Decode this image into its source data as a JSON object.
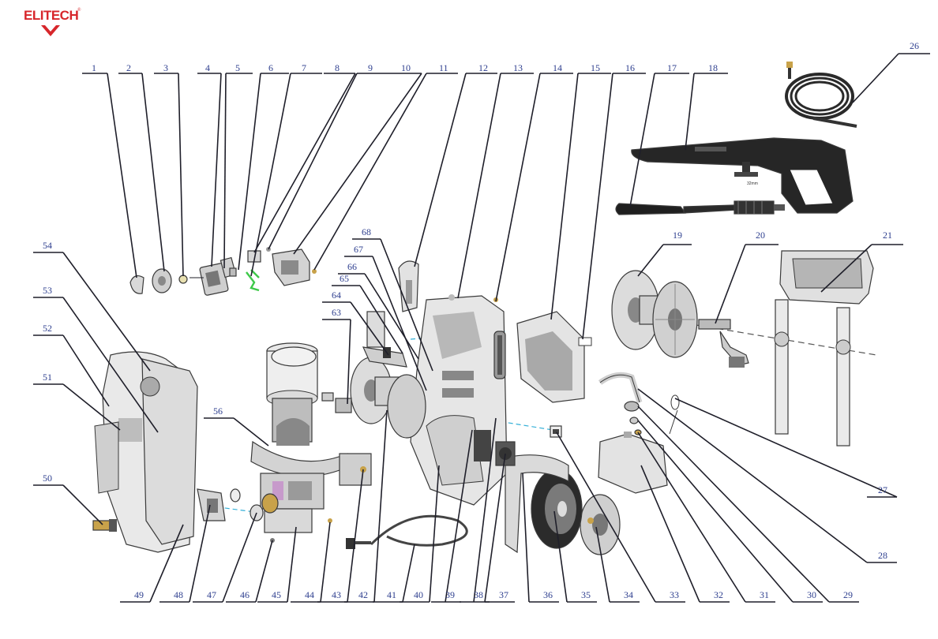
{
  "brand": {
    "logo_text": "ELITECH"
  },
  "callouts": [
    {
      "n": "1"
    },
    {
      "n": "2"
    },
    {
      "n": "3"
    },
    {
      "n": "4"
    },
    {
      "n": "5"
    },
    {
      "n": "6"
    },
    {
      "n": "7"
    },
    {
      "n": "8"
    },
    {
      "n": "9"
    },
    {
      "n": "10"
    },
    {
      "n": "11"
    },
    {
      "n": "12"
    },
    {
      "n": "13"
    },
    {
      "n": "14"
    },
    {
      "n": "15"
    },
    {
      "n": "16"
    },
    {
      "n": "17"
    },
    {
      "n": "18"
    },
    {
      "n": "19"
    },
    {
      "n": "20"
    },
    {
      "n": "21"
    },
    {
      "n": "26"
    },
    {
      "n": "27"
    },
    {
      "n": "28"
    },
    {
      "n": "29"
    },
    {
      "n": "30"
    },
    {
      "n": "31"
    },
    {
      "n": "32"
    },
    {
      "n": "33"
    },
    {
      "n": "34"
    },
    {
      "n": "35"
    },
    {
      "n": "36"
    },
    {
      "n": "37"
    },
    {
      "n": "38"
    },
    {
      "n": "39"
    },
    {
      "n": "40"
    },
    {
      "n": "41"
    },
    {
      "n": "42"
    },
    {
      "n": "43"
    },
    {
      "n": "44"
    },
    {
      "n": "45"
    },
    {
      "n": "46"
    },
    {
      "n": "47"
    },
    {
      "n": "48"
    },
    {
      "n": "49"
    },
    {
      "n": "50"
    },
    {
      "n": "51"
    },
    {
      "n": "52"
    },
    {
      "n": "53"
    },
    {
      "n": "54"
    },
    {
      "n": "56"
    },
    {
      "n": "63"
    },
    {
      "n": "64"
    },
    {
      "n": "65"
    },
    {
      "n": "66"
    },
    {
      "n": "67"
    },
    {
      "n": "68"
    }
  ],
  "colors": {
    "label": "#2e3f8f",
    "leader": "#1f1f2a",
    "brand": "#d7262b",
    "flow_line": "#35b0d8",
    "highlight_part": "#3ec94a"
  }
}
